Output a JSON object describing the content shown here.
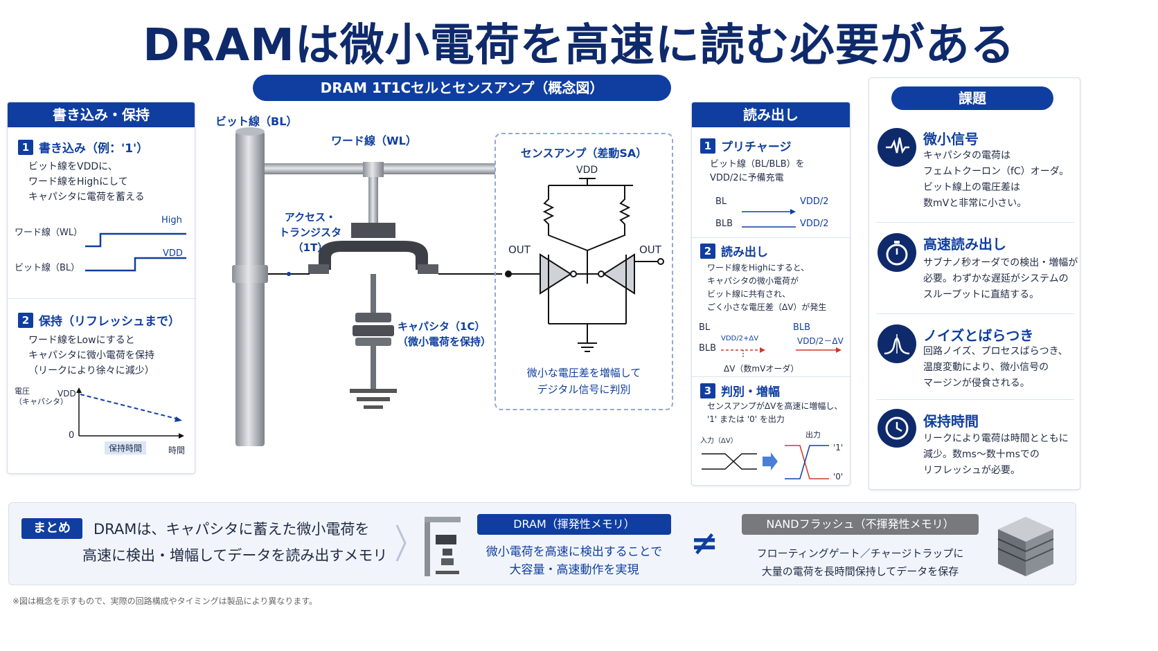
{
  "title": "DRAMは微小電荷を高速に読む必要がある",
  "center": {
    "pill": "DRAM 1T1Cセルとセンスアンプ（概念図）",
    "bl_label": "ビット線（BL）",
    "wl_label": "ワード線（WL）",
    "transistor_label": [
      "アクセス・",
      "トランジスタ",
      "（1T）"
    ],
    "capacitor_label": [
      "キャパシタ（1C）",
      "（微小電荷を保持）"
    ],
    "sense_title": "センスアンプ（差動SA）",
    "vdd": "VDD",
    "out_left": "OUT",
    "out_right": "OUT",
    "sense_caption": [
      "微小な電圧差を増幅して",
      "デジタル信号に判別"
    ]
  },
  "left": {
    "header": "書き込み・保持",
    "step1": {
      "num": "1",
      "title": "書き込み（例：'1'）",
      "lines": [
        "ビット線をVDDに、",
        "ワード線をHighにして",
        "キャパシタに電荷を蓄える"
      ]
    },
    "wave": {
      "wl": "ワード線（WL）",
      "bl": "ビット線（BL）",
      "high": "High",
      "vdd": "VDD"
    },
    "step2": {
      "num": "2",
      "title": "保持（リフレッシュまで）",
      "lines": [
        "ワード線をLowにすると",
        "キャパシタに微小電荷を保持",
        "（リークにより徐々に減少）"
      ]
    },
    "chart": {
      "ylabel": [
        "電圧",
        "（キャパシタ）"
      ],
      "vdd": "VDD",
      "zero": "0",
      "xlabel": "時間",
      "hold": "保持時間"
    }
  },
  "read": {
    "header": "読み出し",
    "step1": {
      "num": "1",
      "title": "プリチャージ",
      "lines": [
        "ビット線（BL/BLB）を",
        "VDD/2に予備充電"
      ],
      "bl": "BL",
      "blb": "BLB",
      "v1": "VDD/2",
      "v2": "VDD/2"
    },
    "step2": {
      "num": "2",
      "title": "読み出し",
      "lines": [
        "ワード線をHighにすると、",
        "キャパシタの微小電荷が",
        "ビット線に共有され、",
        "ごく小さな電圧差（ΔV）が発生"
      ],
      "bl": "BL",
      "blb": "BLB",
      "blb2": "BLB",
      "v_left": "VDD/2+ΔV",
      "v_right": "VDD/2－ΔV",
      "dv": "ΔV（数mVオーダ）"
    },
    "step3": {
      "num": "3",
      "title": "判別・増幅",
      "lines": [
        "センスアンプがΔVを高速に増幅し、",
        "'1' または '0' を出力"
      ],
      "input": "入力（ΔV）",
      "output": "出力",
      "one": "'1'",
      "zero": "'0'"
    }
  },
  "issues": {
    "header": "課題",
    "items": [
      {
        "title": "微小信号",
        "lines": [
          "キャパシタの電荷は",
          "フェムトクーロン（fC）オーダ。",
          "ビット線上の電圧差は",
          "数mVと非常に小さい。"
        ]
      },
      {
        "title": "高速読み出し",
        "lines": [
          "サブナノ秒オーダでの検出・増幅が",
          "必要。わずかな遅延がシステムの",
          "スループットに直結する。"
        ]
      },
      {
        "title": "ノイズとばらつき",
        "lines": [
          "回路ノイズ、プロセスばらつき、",
          "温度変動により、微小信号の",
          "マージンが侵食される。"
        ]
      },
      {
        "title": "保持時間",
        "lines": [
          "リークにより電荷は時間とともに",
          "減少。数ms〜数十msでの",
          "リフレッシュが必要。"
        ]
      }
    ]
  },
  "summary": {
    "tag": "まとめ",
    "line1": "DRAMは、キャパシタに蓄えた微小電荷を",
    "line2": "高速に検出・増幅してデータを読み出すメモリ",
    "dram_pill": "DRAM（揮発性メモリ）",
    "dram_lines": [
      "微小電荷を高速に検出することで",
      "大容量・高速動作を実現"
    ],
    "neq": "≠",
    "nand_pill": "NANDフラッシュ（不揮発性メモリ）",
    "nand_lines": [
      "フローティングゲート／チャージトラップに",
      "大量の電荷を長時間保持してデータを保存"
    ]
  },
  "footnote": "※図は概念を示すもので、実際の回路構成やタイミングは製品により異なります。",
  "colors": {
    "navy": "#0f2a6b",
    "blue": "#0f3ea0",
    "red": "#d2362b"
  }
}
